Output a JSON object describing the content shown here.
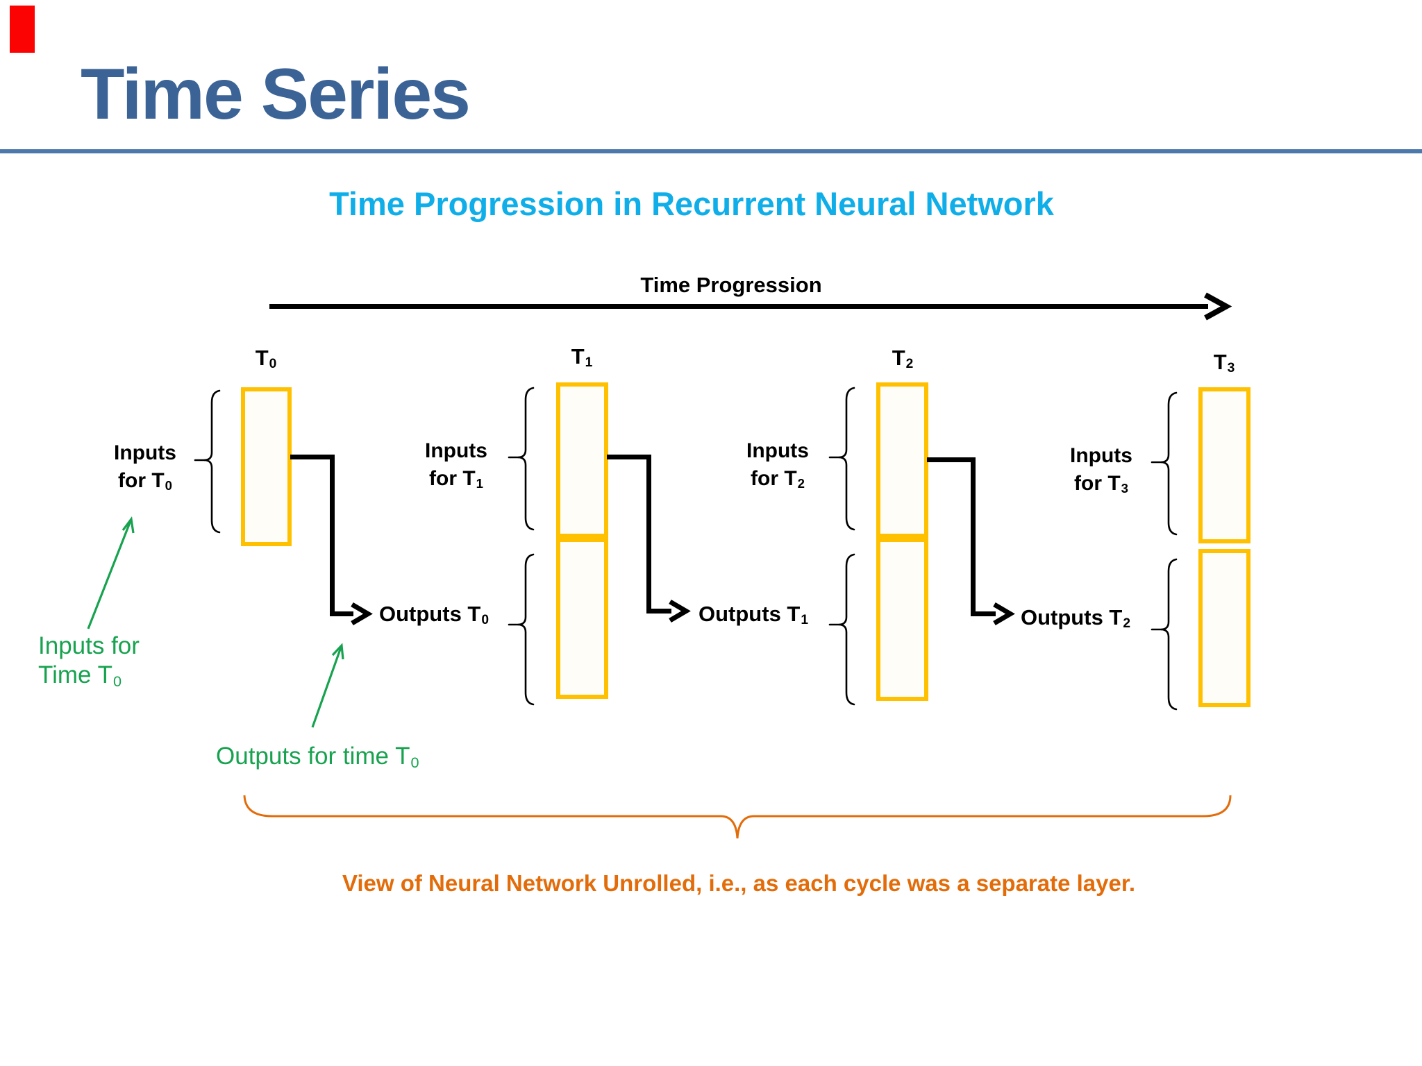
{
  "colors": {
    "accent_red": "#FB0303",
    "title_blue": "#3B6396",
    "rule_blue": "#4C78AB",
    "subtitle_cyan": "#0FAEE9",
    "box_yellow": "#FFC000",
    "annotation_green": "#17A24F",
    "caption_orange": "#E36C0A",
    "line_black": "#000000"
  },
  "header": {
    "title": "Time Series"
  },
  "subtitle": "Time Progression in Recurrent Neural Network",
  "axis": {
    "label": "Time Progression"
  },
  "diagram": {
    "columns": [
      {
        "time_base": "T",
        "time_sub": "0",
        "input_line1": "Inputs",
        "input_line2": "for T"
      },
      {
        "time_base": "T",
        "time_sub": "1",
        "input_line1": "Inputs",
        "input_line2": "for T",
        "output_base": "Outputs T",
        "output_sub": "0"
      },
      {
        "time_base": "T",
        "time_sub": "2",
        "input_line1": "Inputs",
        "input_line2": "for T",
        "output_base": "Outputs T",
        "output_sub": "1"
      },
      {
        "time_base": "T",
        "time_sub": "3",
        "input_line1": "Inputs",
        "input_line2": "for T",
        "output_base": "Outputs T",
        "output_sub": "2"
      }
    ]
  },
  "annotations": {
    "inputs_note_line1": "Inputs for",
    "inputs_note_line2_base": "Time T",
    "inputs_note_sub": "0",
    "outputs_note_base": "Outputs for time T",
    "outputs_note_sub": "0"
  },
  "caption": "View of Neural Network Unrolled, i.e., as each cycle was a separate layer."
}
